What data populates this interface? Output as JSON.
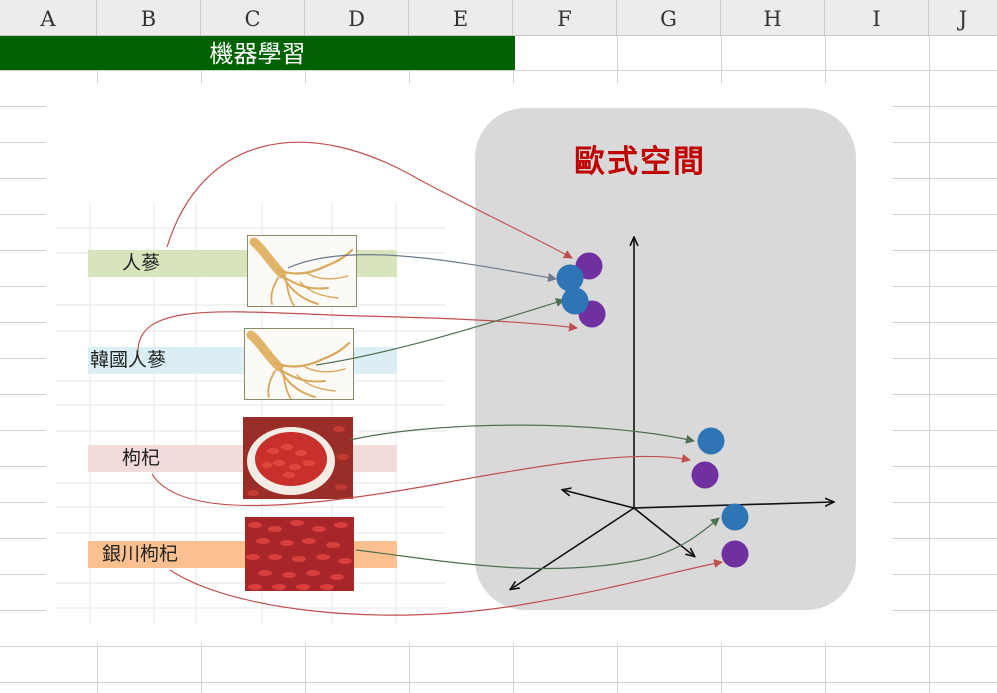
{
  "columns": [
    "A",
    "B",
    "C",
    "D",
    "E",
    "F",
    "G",
    "H",
    "I",
    "J"
  ],
  "sheet_title": "機器學習",
  "panel_title": "歐式空間",
  "items": [
    {
      "label": "人蔘",
      "band_color": "#d8e4bc",
      "image": "ginseng-image"
    },
    {
      "label": "韓國人蔘",
      "band_color": "#daeef3",
      "image": "ginseng-image"
    },
    {
      "label": "枸杞",
      "band_color": "#f2dcdb",
      "image": "goji-bowl-image"
    },
    {
      "label": "銀川枸杞",
      "band_color": "#fac090",
      "image": "goji-pile-image"
    }
  ],
  "colors": {
    "header_bg": "#ececec",
    "title_bg": "#006100",
    "panel_bg": "#d9d9d9",
    "panel_title": "#c00000",
    "point_blue": "#2e75b6",
    "point_purple": "#7030a0",
    "arrow_red": "#c0504d",
    "arrow_green": "#4f6f52",
    "arrow_gray": "#6d7b8d"
  }
}
